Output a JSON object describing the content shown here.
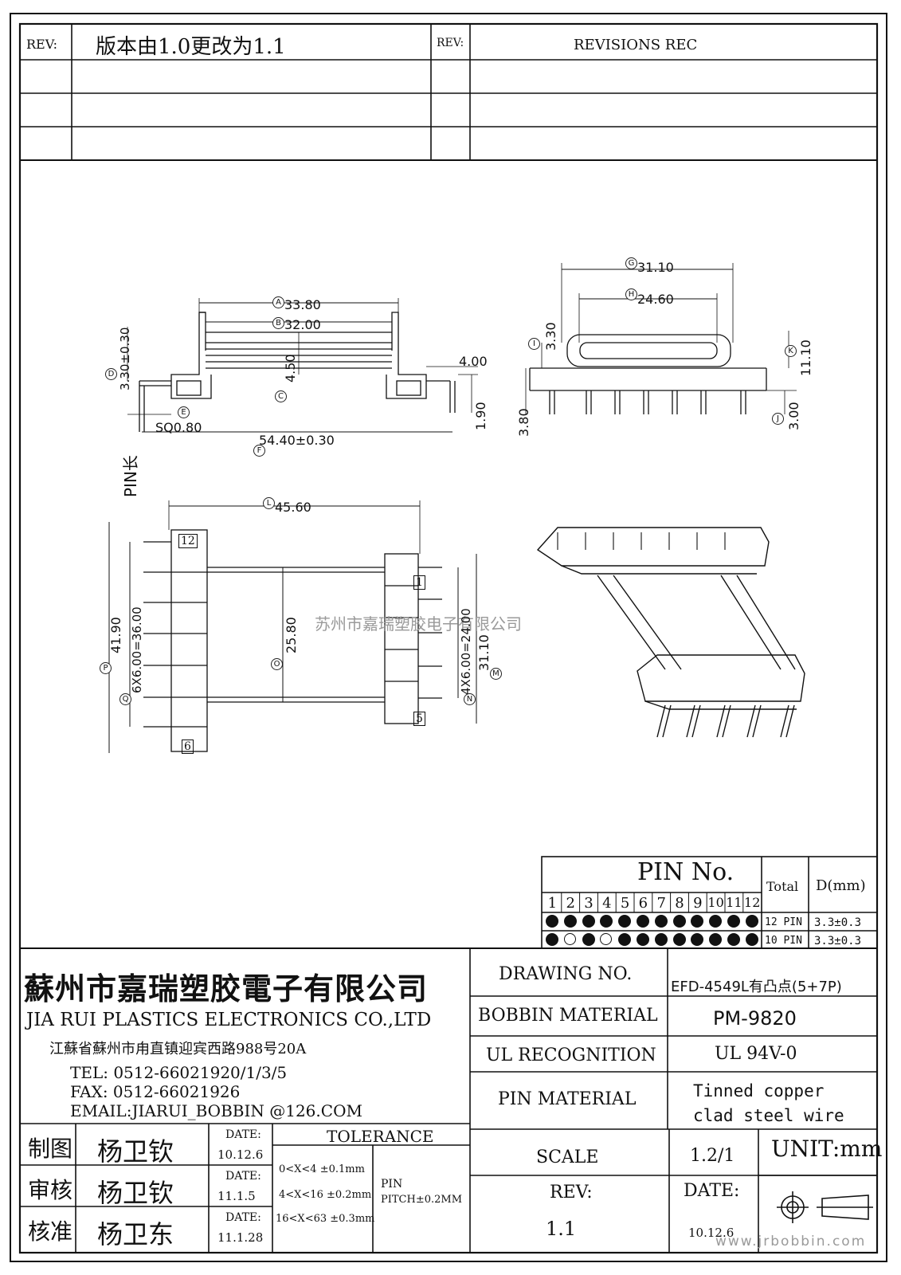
{
  "revision_table": {
    "rev_label_left": "REV:",
    "change_note": "版本由1.0更改为1.1",
    "rev_label_right": "REV:",
    "revisions_header": "REVISIONS    REC"
  },
  "watermark": {
    "text": "苏州市嘉瑞塑胶电子有限公司",
    "url": "www.jrbobbin.com"
  },
  "dimensions": {
    "A": "33.80",
    "B": "32.00",
    "C": "4.50",
    "D": "3.30±0.30",
    "E": "SQ0.80",
    "F": "54.40±0.30",
    "side_4_00": "4.00",
    "side_1_90": "1.90",
    "pin_len": "PIN长",
    "G": "31.10",
    "H": "24.60",
    "I": "3.30",
    "J": "3.00",
    "K": "11.10",
    "side_3_80": "3.80",
    "L": "45.60",
    "M": "31.10",
    "N": "4X6.00=24.00",
    "O": "25.80",
    "P": "41.90",
    "Q": "6X6.00=36.00",
    "pin_12": "12",
    "pin_6": "6",
    "pin_1": "1",
    "pin_5": "5"
  },
  "pin_table": {
    "title": "PIN No.",
    "pins": [
      "1",
      "2",
      "3",
      "4",
      "5",
      "6",
      "7",
      "8",
      "9",
      "10",
      "11",
      "12"
    ],
    "total_header": "Total",
    "d_header": "D(mm)",
    "rows": [
      {
        "total": "12 PIN",
        "d": "3.3±0.3",
        "filled": [
          true,
          true,
          true,
          true,
          true,
          true,
          true,
          true,
          true,
          true,
          true,
          true
        ]
      },
      {
        "total": "10 PIN",
        "d": "3.3±0.3",
        "filled": [
          true,
          false,
          true,
          false,
          true,
          true,
          true,
          true,
          true,
          true,
          true,
          true
        ]
      }
    ]
  },
  "company": {
    "name_cn": "蘇州市嘉瑞塑胶電子有限公司",
    "name_en": "JIA RUI PLASTICS ELECTRONICS CO.,LTD",
    "address": "江蘇省蘇州市甪直镇迎宾西路988号20A",
    "tel": "TEL: 0512-66021920/1/3/5",
    "fax": "FAX: 0512-66021926",
    "email": "EMAIL:JIARUI_BOBBIN @126.COM"
  },
  "spec": {
    "drawing_no_label": "DRAWING  NO.",
    "drawing_no_value": "EFD-4549L有凸点(5+7P)",
    "bobbin_material_label": "BOBBIN  MATERIAL",
    "bobbin_material_value": "PM-9820",
    "ul_label": "UL RECOGNITION",
    "ul_value": "UL 94V-0",
    "pin_material_label": "PIN MATERIAL",
    "pin_material_value_1": "Tinned copper",
    "pin_material_value_2": "clad steel wire",
    "scale_label": "SCALE",
    "scale_value": "1.2/1",
    "unit": "UNIT:mm",
    "rev_label": "REV:",
    "rev_value": "1.1",
    "date_label": "DATE:",
    "date_value": "10.12.6"
  },
  "signoff": [
    {
      "role": "制图",
      "name": "杨卫钦",
      "date_label": "DATE:",
      "date": "10.12.6"
    },
    {
      "role": "审核",
      "name": "杨卫钦",
      "date_label": "DATE:",
      "date": "11.1.5"
    },
    {
      "role": "核准",
      "name": "杨卫东",
      "date_label": "DATE:",
      "date": "11.1.28"
    }
  ],
  "tolerance": {
    "title": "TOLERANCE",
    "lines": [
      "0<X<4  ±0.1mm",
      "4<X<16 ±0.2mm",
      "16<X<63 ±0.3mm"
    ],
    "pin_label": "PIN",
    "pin_pitch": "PITCH±0.2MM"
  }
}
